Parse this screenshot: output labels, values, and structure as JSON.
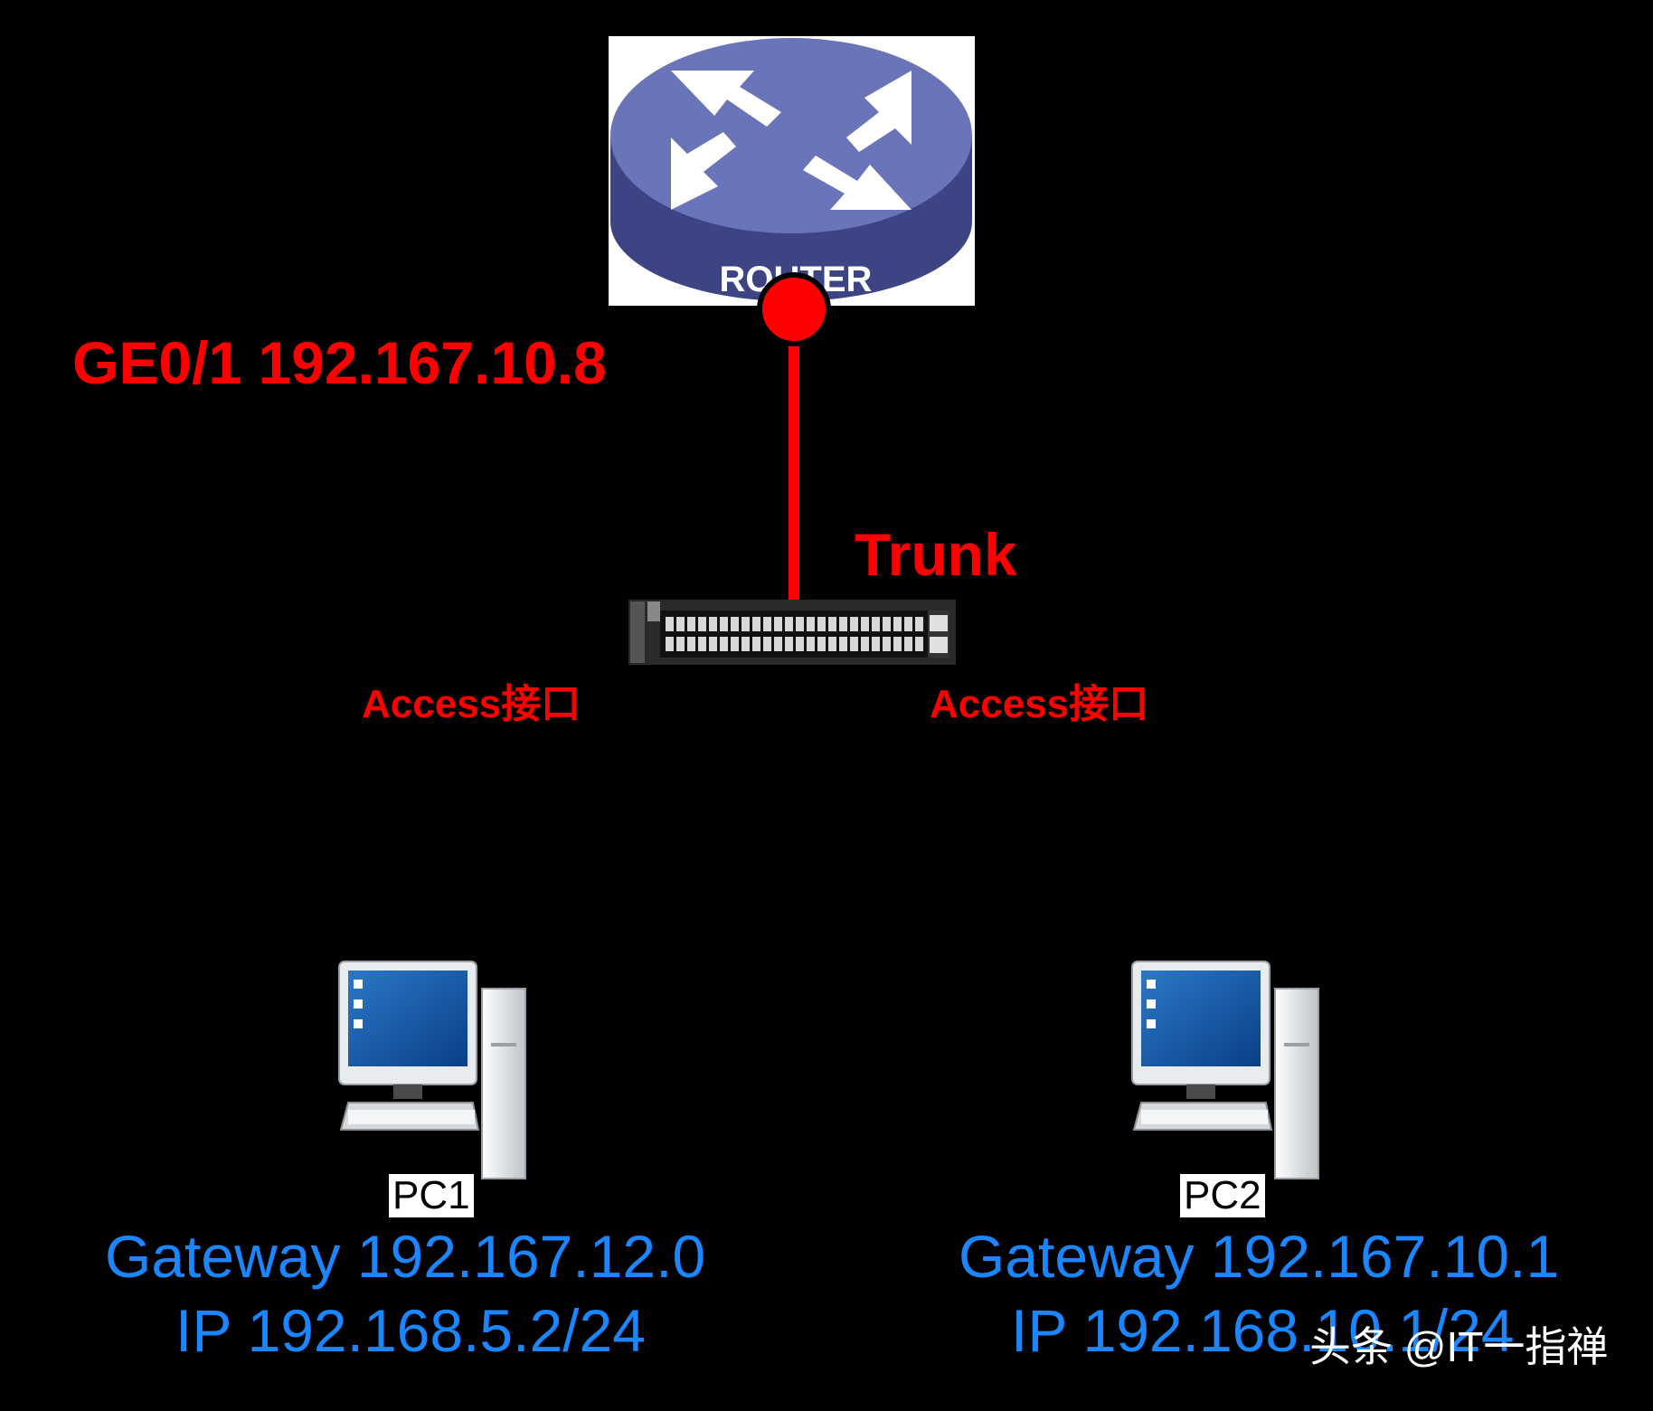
{
  "router": {
    "label": "ROUTER",
    "body_color": "#5a63a6",
    "interface_label": "GE0/1 192.167.10.8"
  },
  "link": {
    "label": "Trunk",
    "color": "#ff0000"
  },
  "switch": {
    "left_port_label": "Access接口",
    "right_port_label": "Access接口"
  },
  "pcs": [
    {
      "name": "PC1",
      "gateway": "Gateway 192.167.12.0",
      "ip": "IP 192.168.5.2/24"
    },
    {
      "name": "PC2",
      "gateway": "Gateway 192.167.10.1",
      "ip": "IP 192.168.10.1/24"
    }
  ],
  "watermark": "头条 @IT一指禅",
  "colors": {
    "background": "#000000",
    "red": "#ff0000",
    "blue": "#1a86ff"
  }
}
